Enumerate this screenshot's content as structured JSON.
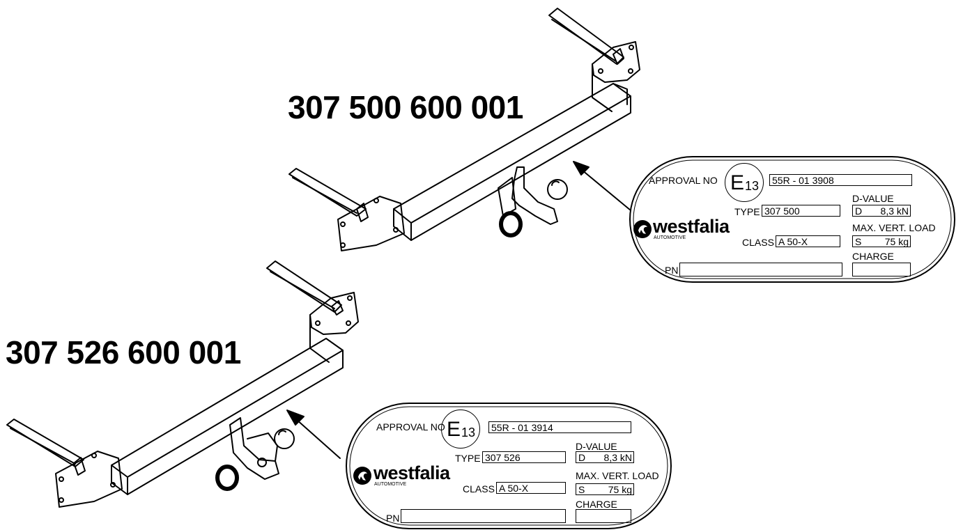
{
  "parts": [
    {
      "part_number": "307 500 600 001",
      "plate": {
        "approval_label": "APPROVAL NO",
        "e_mark_letter": "E",
        "e_mark_number": "13",
        "approval_value": "55R - 01 3908",
        "d_value_label": "D-VALUE",
        "d_value_prefix": "D",
        "d_value": "8,3 kN",
        "type_label": "TYPE",
        "type_value": "307 500",
        "brand_name": "westfalia",
        "brand_sub": "AUTOMOTIVE",
        "max_vert_load_label": "MAX. VERT. LOAD",
        "load_prefix": "S",
        "load_value": "75 kg",
        "class_label": "CLASS",
        "class_value": "A 50-X",
        "charge_label": "CHARGE",
        "pn_label": "PN"
      }
    },
    {
      "part_number": "307 526 600 001",
      "plate": {
        "approval_label": "APPROVAL NO",
        "e_mark_letter": "E",
        "e_mark_number": "13",
        "approval_value": "55R - 01 3914",
        "d_value_label": "D-VALUE",
        "d_value_prefix": "D",
        "d_value": "8,3 kN",
        "type_label": "TYPE",
        "type_value": "307 526",
        "brand_name": "westfalia",
        "brand_sub": "AUTOMOTIVE",
        "max_vert_load_label": "MAX. VERT. LOAD",
        "load_prefix": "S",
        "load_value": "75 kg",
        "class_label": "CLASS",
        "class_value": "A 50-X",
        "charge_label": "CHARGE",
        "pn_label": "PN"
      }
    }
  ]
}
